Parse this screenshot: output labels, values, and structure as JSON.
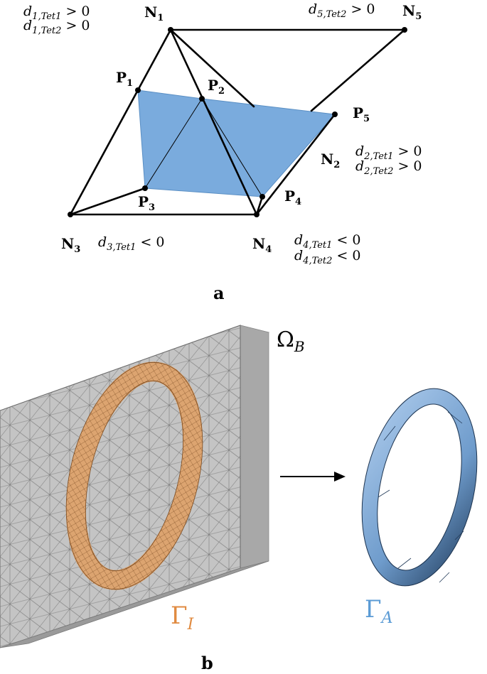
{
  "panel_a": {
    "nodes": {
      "N1": "N",
      "N1_sub": "1",
      "N2": "N",
      "N2_sub": "2",
      "N3": "N",
      "N3_sub": "3",
      "N4": "N",
      "N4_sub": "4",
      "N5": "N",
      "N5_sub": "5"
    },
    "points": {
      "P1": "P",
      "P1_sub": "1",
      "P2": "P",
      "P2_sub": "2",
      "P3": "P",
      "P3_sub": "3",
      "P4": "P",
      "P4_sub": "4",
      "P5": "P",
      "P5_sub": "5"
    },
    "distances": {
      "d1_tet1": "d",
      "d1_tet1_sub": "1,Tet1",
      "d1_tet1_rel": " > 0",
      "d1_tet2": "d",
      "d1_tet2_sub": "1,Tet2",
      "d1_tet2_rel": " > 0",
      "d5_tet2": "d",
      "d5_tet2_sub": "5,Tet2",
      "d5_tet2_rel": " > 0",
      "d2_tet1": "d",
      "d2_tet1_sub": "2,Tet1",
      "d2_tet1_rel": " > 0",
      "d2_tet2": "d",
      "d2_tet2_sub": "2,Tet2",
      "d2_tet2_rel": " > 0",
      "d3_tet1": "d",
      "d3_tet1_sub": "3,Tet1",
      "d3_tet1_rel": " < 0",
      "d4_tet1": "d",
      "d4_tet1_sub": "4,Tet1",
      "d4_tet1_rel": " < 0",
      "d4_tet2": "d",
      "d4_tet2_sub": "4,Tet2",
      "d4_tet2_rel": " < 0"
    },
    "label": "a",
    "colors": {
      "plane": "#7aabdd",
      "edge": "#000000"
    }
  },
  "panel_b": {
    "omega": "Ω",
    "omega_sub": "B",
    "gamma_i": "Γ",
    "gamma_i_sub": "I",
    "gamma_a": "Γ",
    "gamma_a_sub": "A",
    "label": "b",
    "colors": {
      "mesh": "#bdbdbd",
      "ring_i": "#e0a56e",
      "ring_a": "#8fb6e0",
      "gamma_i_text": "#e08a40",
      "gamma_a_text": "#5b9bd5"
    }
  }
}
